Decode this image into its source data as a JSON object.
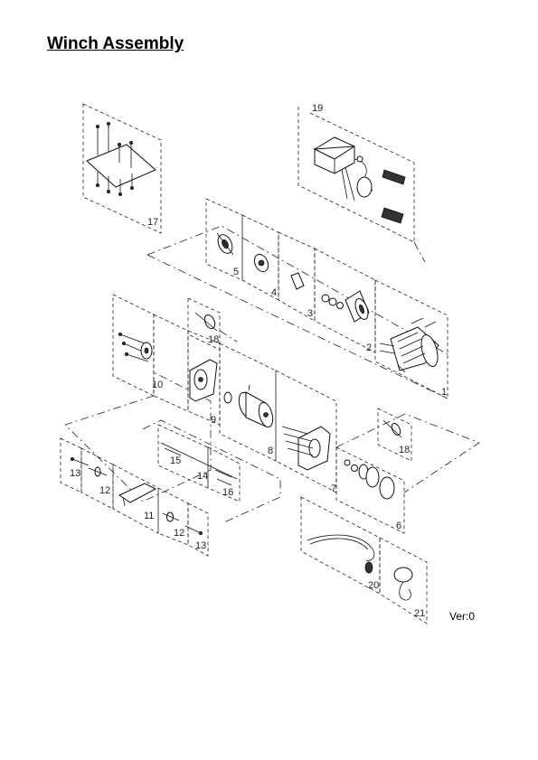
{
  "page": {
    "title": "Winch Assembly",
    "version": "Ver:0"
  },
  "callouts": [
    "1",
    "2",
    "3",
    "4",
    "5",
    "6",
    "7",
    "8",
    "9",
    "10",
    "11",
    "12",
    "12",
    "13",
    "13",
    "14",
    "15",
    "16",
    "17",
    "18",
    "18",
    "19",
    "20",
    "21"
  ]
}
